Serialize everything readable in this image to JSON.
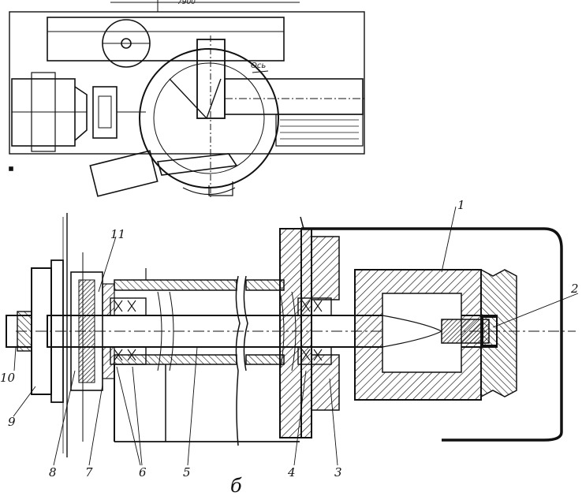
{
  "top_view": {
    "dimension_text": "7900",
    "axis_label": "Ось"
  },
  "callouts": [
    {
      "id": "c1",
      "text": "1"
    },
    {
      "id": "c2",
      "text": "2"
    },
    {
      "id": "c3",
      "text": "3"
    },
    {
      "id": "c4",
      "text": "4"
    },
    {
      "id": "c5",
      "text": "5"
    },
    {
      "id": "c6",
      "text": "6"
    },
    {
      "id": "c7",
      "text": "7"
    },
    {
      "id": "c8",
      "text": "8"
    },
    {
      "id": "c9",
      "text": "9"
    },
    {
      "id": "c10",
      "text": "10"
    },
    {
      "id": "c11",
      "text": "11"
    }
  ],
  "caption": "б",
  "colors": {
    "ink": "#111111",
    "paper": "#ffffff"
  }
}
